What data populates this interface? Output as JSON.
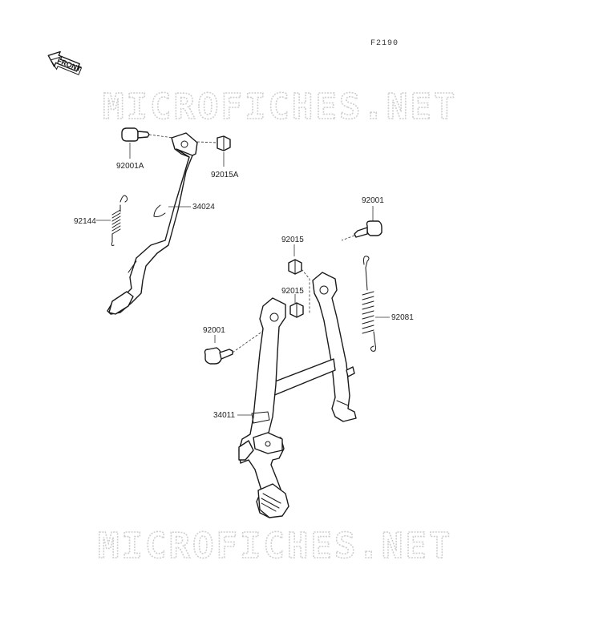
{
  "figure_code": "F2190",
  "front_badge": "FRONT",
  "watermark_top": "MICROFICHES.NET",
  "watermark_bottom": "MICROFICHES.NET",
  "parts": {
    "p92001A": "92001A",
    "p92015A": "92015A",
    "p34024": "34024",
    "p92144": "92144",
    "p92001_right": "92001",
    "p92015_upper": "92015",
    "p92015_lower": "92015",
    "p92081": "92081",
    "p92001_left": "92001",
    "p34011": "34011"
  }
}
